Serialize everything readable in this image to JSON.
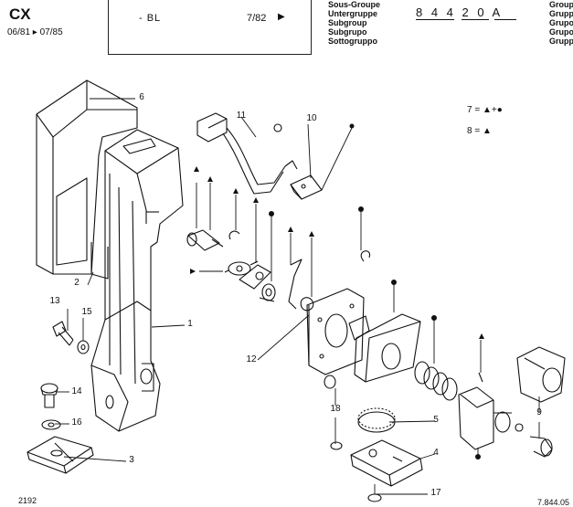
{
  "header": {
    "model": "CX",
    "date_range": "06/81 ▸ 07/85",
    "variant": "- BL",
    "date_from": "7/82",
    "arrow": "▶",
    "subgroup_labels": [
      "Sous-Groupe",
      "Untergruppe",
      "Subgroup",
      "Subgrupo",
      "Sottogruppo"
    ],
    "reference": "8 4 4 2 0 A",
    "group_labels": [
      "Group",
      "Grupp",
      "Grupo",
      "Grupo",
      "Grupp"
    ]
  },
  "legend": {
    "item7": "7 = ▲+●",
    "item8": "8 = ▲"
  },
  "callouts": [
    "1",
    "2",
    "3",
    "4",
    "5",
    "6",
    "7",
    "8",
    "9",
    "10",
    "11",
    "12",
    "13",
    "14",
    "15",
    "16",
    "17",
    "18"
  ],
  "footer": {
    "left": "2192",
    "right": "7.844.05"
  },
  "colors": {
    "ink": "#111111",
    "paper": "#ffffff"
  }
}
